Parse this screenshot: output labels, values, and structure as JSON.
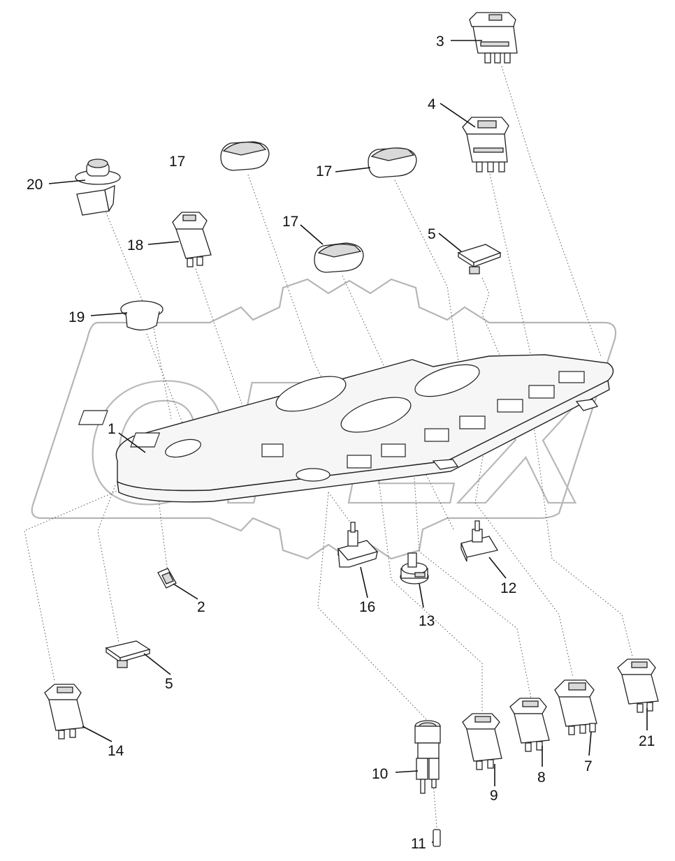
{
  "watermark": {
    "text": "OPEX"
  },
  "callouts": [
    {
      "id": "c1",
      "label": "1"
    },
    {
      "id": "c2",
      "label": "2"
    },
    {
      "id": "c3",
      "label": "3"
    },
    {
      "id": "c4",
      "label": "4"
    },
    {
      "id": "c5a",
      "label": "5"
    },
    {
      "id": "c5b",
      "label": "5"
    },
    {
      "id": "c7",
      "label": "7"
    },
    {
      "id": "c8",
      "label": "8"
    },
    {
      "id": "c9",
      "label": "9"
    },
    {
      "id": "c10",
      "label": "10"
    },
    {
      "id": "c11",
      "label": "11"
    },
    {
      "id": "c12",
      "label": "12"
    },
    {
      "id": "c13",
      "label": "13"
    },
    {
      "id": "c14",
      "label": "14"
    },
    {
      "id": "c16",
      "label": "16"
    },
    {
      "id": "c17a",
      "label": "17"
    },
    {
      "id": "c17b",
      "label": "17"
    },
    {
      "id": "c17c",
      "label": "17"
    },
    {
      "id": "c18",
      "label": "18"
    },
    {
      "id": "c19",
      "label": "19"
    },
    {
      "id": "c20",
      "label": "20"
    },
    {
      "id": "c21",
      "label": "21"
    }
  ],
  "icons": {
    "rocker_switch": "rocker-switch-icon",
    "rotary_knob": "rotary-knob-icon",
    "blank_plug": "blank-plug-icon",
    "control_panel": "control-panel-icon",
    "socket": "power-socket-icon",
    "fuse": "fuse-icon",
    "clip": "clip-icon",
    "potentiometer": "potentiometer-icon"
  },
  "colors": {
    "line": "#111111",
    "watermark": "#b5b5b5",
    "background": "#ffffff"
  }
}
